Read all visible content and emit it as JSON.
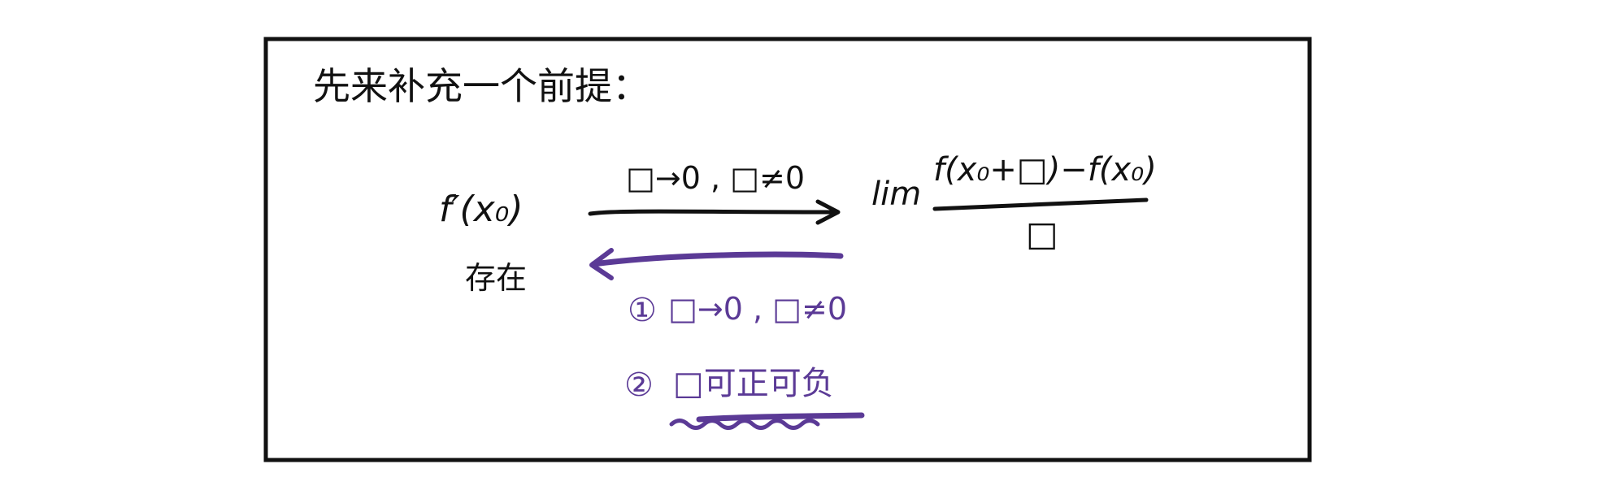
{
  "note": {
    "heading": "先来补充一个前提：",
    "left_expr": "f′(x₀)",
    "left_sub": "存在",
    "arrow_top_label": "□→0 , □≠0",
    "lim_word": "lim",
    "fraction_numerator": "f(x₀+□)−f(x₀)",
    "fraction_denominator": "□",
    "condition_1_marker": "①",
    "condition_1_text": "□→0 , □≠0",
    "condition_2_marker": "②",
    "condition_2_text": "□可正可负"
  },
  "colors": {
    "ink": "#111111",
    "purple": "#5b3a96"
  }
}
